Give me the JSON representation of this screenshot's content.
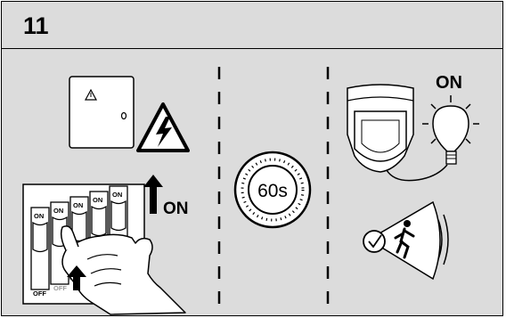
{
  "step": {
    "number": "11"
  },
  "panels": {
    "breaker": {
      "on_label": "ON",
      "switch_on": "ON",
      "switch_off": "OFF"
    },
    "timer": {
      "label": "60s"
    },
    "lamp": {
      "status_label": "ON"
    }
  },
  "icons": [
    "junction-box-icon",
    "high-voltage-warning-icon",
    "breaker-switches-icon",
    "hand-icon",
    "up-arrow-icon",
    "timer-dial-icon",
    "motion-sensor-icon",
    "light-bulb-icon",
    "motion-detection-icon"
  ],
  "colors": {
    "panel_bg": "#dcdcdc",
    "header_bg": "#dcdcdc",
    "line": "#000000",
    "white": "#ffffff"
  }
}
